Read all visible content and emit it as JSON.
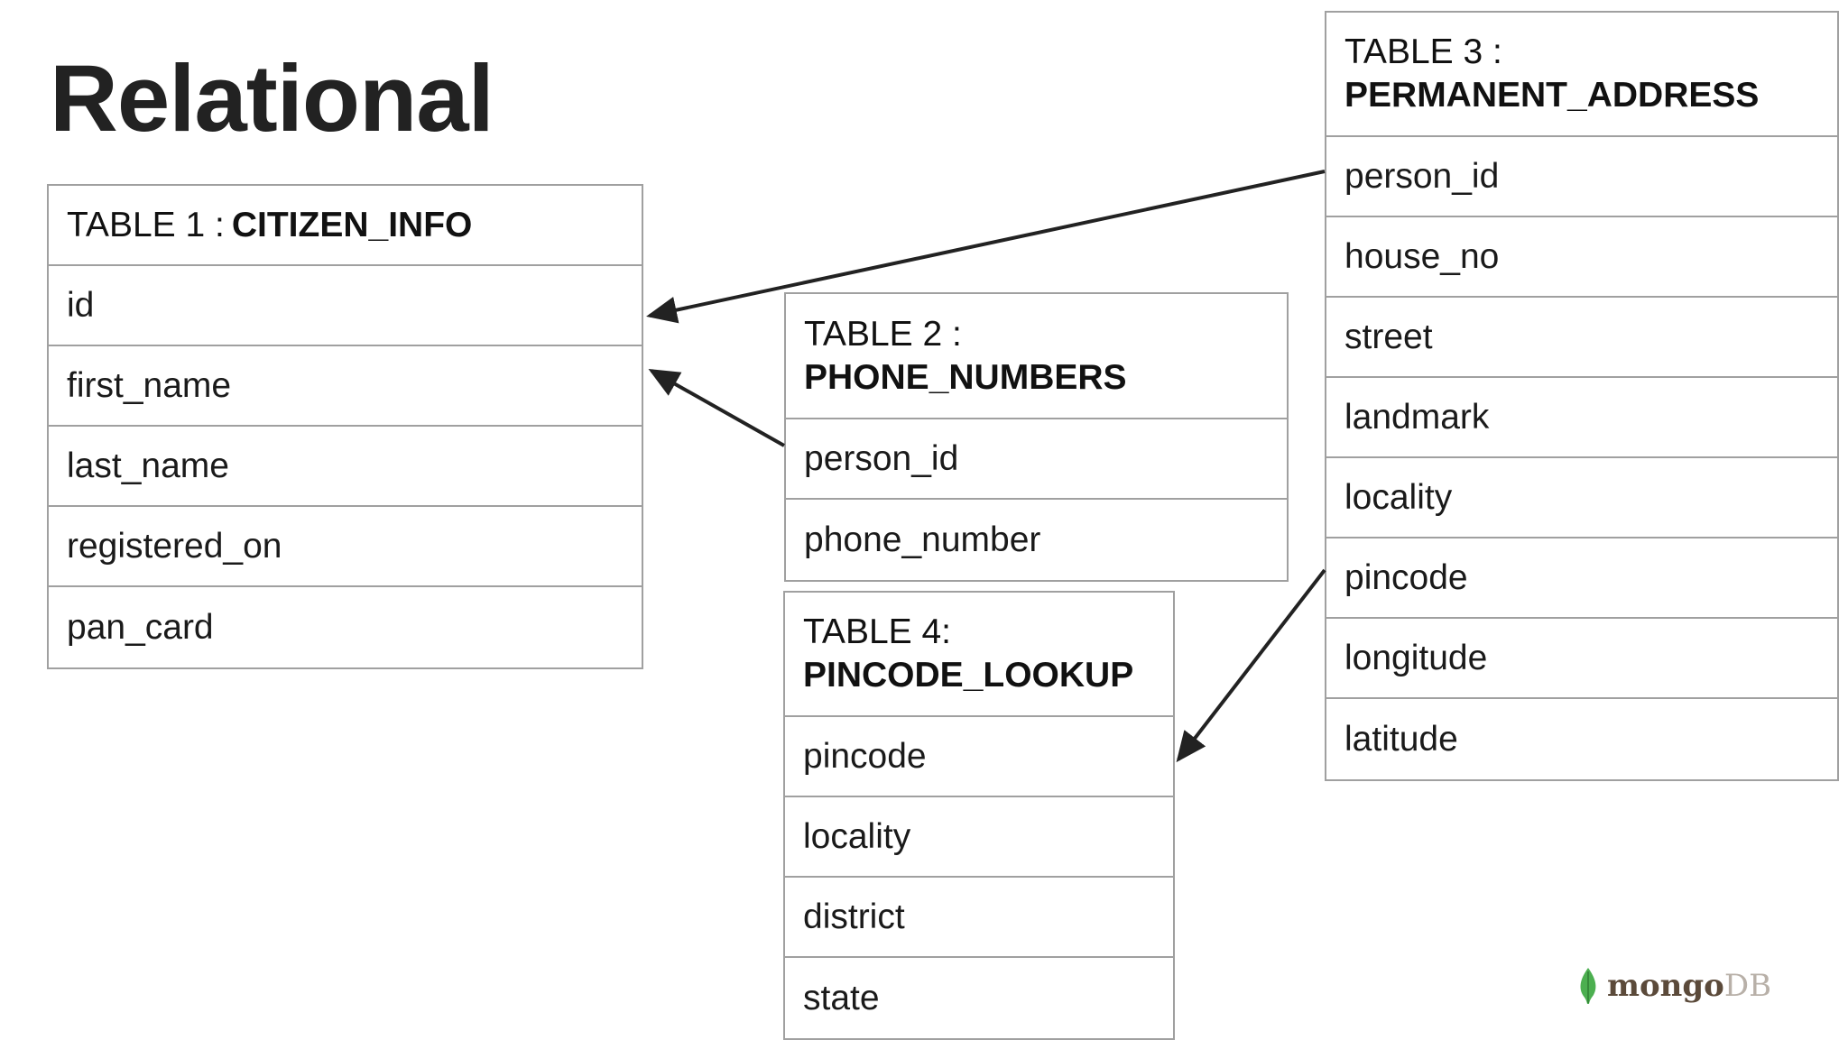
{
  "title": "Relational",
  "tables": {
    "citizen_info": {
      "label": "TABLE 1 :",
      "name": "CITIZEN_INFO",
      "fields": [
        "id",
        "first_name",
        "last_name",
        "registered_on",
        "pan_card"
      ]
    },
    "phone_numbers": {
      "label": "TABLE 2 :",
      "name": "PHONE_NUMBERS",
      "fields": [
        "person_id",
        "phone_number"
      ]
    },
    "permanent_address": {
      "label": "TABLE 3 :",
      "name": "PERMANENT_ADDRESS",
      "fields": [
        "person_id",
        "house_no",
        "street",
        "landmark",
        "locality",
        "pincode",
        "longitude",
        "latitude"
      ]
    },
    "pincode_lookup": {
      "label": "TABLE 4:",
      "name": "PINCODE_LOOKUP",
      "fields": [
        "pincode",
        "locality",
        "district",
        "state"
      ]
    }
  },
  "logo": {
    "text_main": "mongo",
    "text_db": "DB",
    "leaf_color": "#4caf50"
  },
  "colors": {
    "border": "#a0a0a0",
    "arrow": "#222222"
  }
}
